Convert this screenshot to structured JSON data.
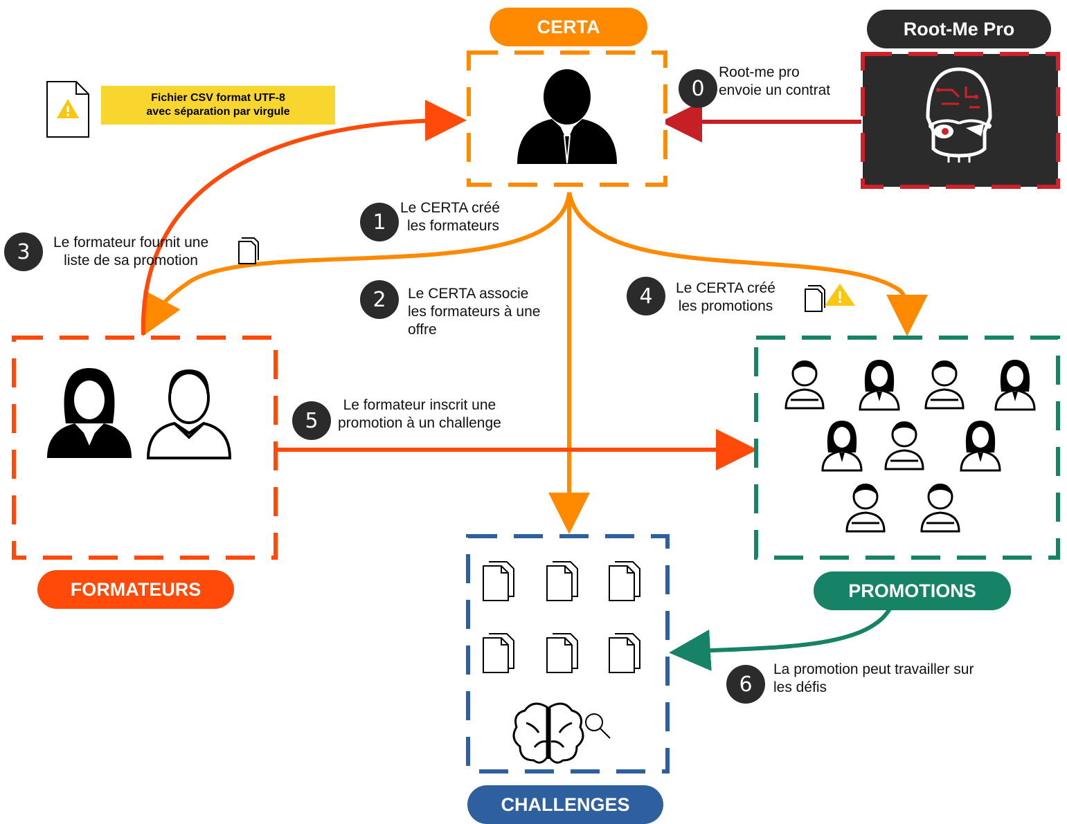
{
  "colors": {
    "certa": "#ff8a00",
    "rootme": "#2b2b2b",
    "rootme_border": "#d0202a",
    "formateurs": "#ff4a0a",
    "promotions": "#168266",
    "challenges": "#2e5f9e",
    "warning_banner": "#f9d62e"
  },
  "nodes": {
    "certa": {
      "label": "CERTA"
    },
    "rootme": {
      "label": "Root-Me Pro"
    },
    "formateurs": {
      "label": "FORMATEURS"
    },
    "promotions": {
      "label": "PROMOTIONS"
    },
    "challenges": {
      "label": "CHALLENGES"
    }
  },
  "csv_note": {
    "line1": "Fichier CSV format UTF-8",
    "line2": "avec séparation par virgule"
  },
  "steps": [
    {
      "number": "0",
      "line1": "Root-me pro",
      "line2": "envoie un contrat"
    },
    {
      "number": "1",
      "line1": "Le CERTA créé",
      "line2": "les formateurs"
    },
    {
      "number": "2",
      "line1": "Le CERTA associe",
      "line2": "les formateurs à une",
      "line3": "offre"
    },
    {
      "number": "3",
      "line1": "Le formateur fournit une",
      "line2": "liste de sa promotion"
    },
    {
      "number": "4",
      "line1": "Le CERTA créé",
      "line2": "les promotions"
    },
    {
      "number": "5",
      "line1": "Le formateur inscrit une",
      "line2": "promotion à un challenge"
    },
    {
      "number": "6",
      "line1": "La promotion peut travailler sur",
      "line2": "les défis"
    }
  ],
  "icons": {
    "certa": "businessman-icon",
    "rootme": "hacker-skull-icon",
    "formateurs": [
      "woman-icon",
      "man-icon"
    ],
    "promotions": "students-icon",
    "challenges": [
      "document-icon",
      "brain-search-icon"
    ],
    "csv": "warning-file-icon"
  }
}
